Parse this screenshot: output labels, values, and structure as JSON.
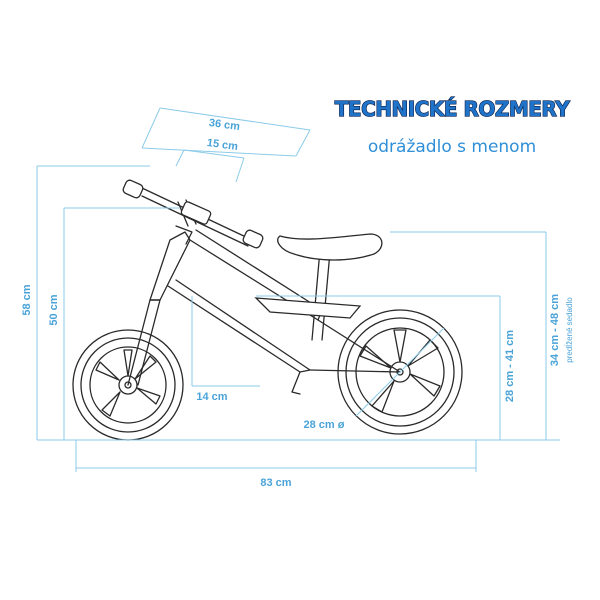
{
  "header": {
    "title": "TECHNICKÉ ROZMERY",
    "subtitle": "odrážadlo s menom"
  },
  "dimensions": {
    "handlebar_width": "36 cm",
    "grip_spacing": "15 cm",
    "total_height": "58 cm",
    "handlebar_height": "50 cm",
    "seat_height_range": "34 cm - 48 cm",
    "seat_note": "predĺžené sedadlo",
    "wheel_height_range": "28 cm - 41 cm",
    "wheel_diameter": "28 cm ø",
    "frame_offset": "14 cm",
    "total_length": "83 cm"
  },
  "colors": {
    "dimension": "#4aa3d8",
    "title": "#1f74c9",
    "outline": "#2a2a2a"
  }
}
